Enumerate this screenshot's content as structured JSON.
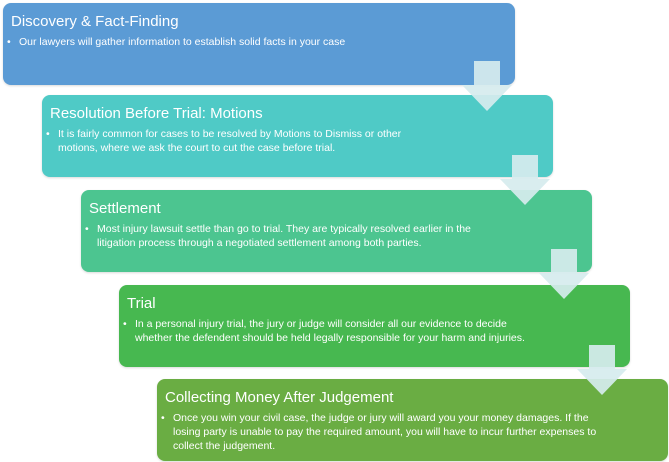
{
  "steps": [
    {
      "title": "Discovery & Fact-Finding",
      "description": "Our lawyers will gather information to establish solid facts in your case",
      "color": "#5b9bd5"
    },
    {
      "title": "Resolution Before Trial: Motions",
      "description": "It is fairly common for cases to be resolved by Motions to Dismiss or other motions, where we ask the court to cut the case before trial.",
      "color": "#4fcac6"
    },
    {
      "title": "Settlement",
      "description": "Most injury lawsuit settle than go to trial. They are typically resolved earlier in the litigation process through a negotiated settlement among both parties.",
      "color": "#4cc590"
    },
    {
      "title": "Trial",
      "description": "In a personal injury trial, the jury or judge will consider all our evidence to decide whether the defendent should be held legally responsible for your harm and injuries.",
      "color": "#47b850"
    },
    {
      "title": "Collecting Money After Judgement",
      "description": "Once you win your civil case, the judge or jury will award you your money damages. If the losing party is unable to pay the required amount, you will have to incur further expenses to collect the judgement.",
      "color": "#6aad43"
    }
  ],
  "bullet": "•",
  "arrow_color": "#d6ebee"
}
